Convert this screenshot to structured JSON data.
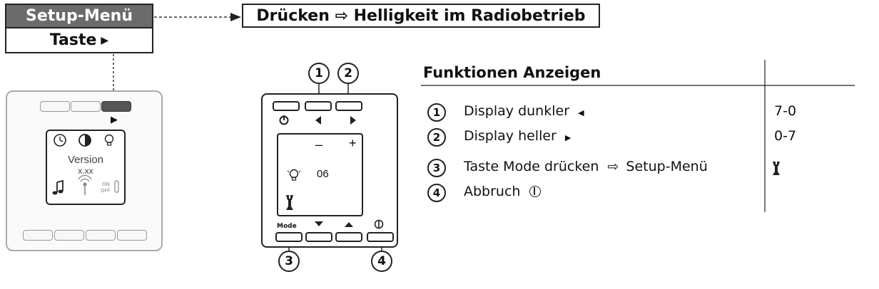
{
  "header": {
    "setup_menu": "Setup-Menü",
    "taste": "Taste",
    "headline": "Drücken ⇨ Helligkeit im Radiobetrieb"
  },
  "left_display": {
    "version_label": "Version",
    "version_value": "x.xx",
    "on_label": "ON",
    "off_label": "OFF"
  },
  "right_display": {
    "minus": "–",
    "plus": "+",
    "brightness_value": "06",
    "mode_label": "Mode",
    "callout_1": "1",
    "callout_2": "2",
    "callout_3": "3",
    "callout_4": "4"
  },
  "functions": {
    "title": "Funktionen Anzeigen",
    "rows": [
      {
        "num": "1",
        "text": "Display dunkler",
        "value": "7-0"
      },
      {
        "num": "2",
        "text": "Display heller",
        "value": "0-7"
      },
      {
        "num": "3",
        "text": "Taste Mode drücken",
        "arrow": "⇨",
        "target": "Setup-Menü",
        "value": ""
      },
      {
        "num": "4",
        "text": "Abbruch",
        "value": ""
      }
    ]
  },
  "icons": [
    "clock-icon",
    "contrast-icon",
    "bulb-icon",
    "music-note-icon",
    "antenna-icon",
    "on-off-icon",
    "arrow-left-icon",
    "arrow-right-icon",
    "arrow-up-icon",
    "arrow-down-icon",
    "power-icon",
    "wrench-icon"
  ],
  "colors": {
    "accent_dark": "#6b6b6b",
    "line": "#222222"
  }
}
